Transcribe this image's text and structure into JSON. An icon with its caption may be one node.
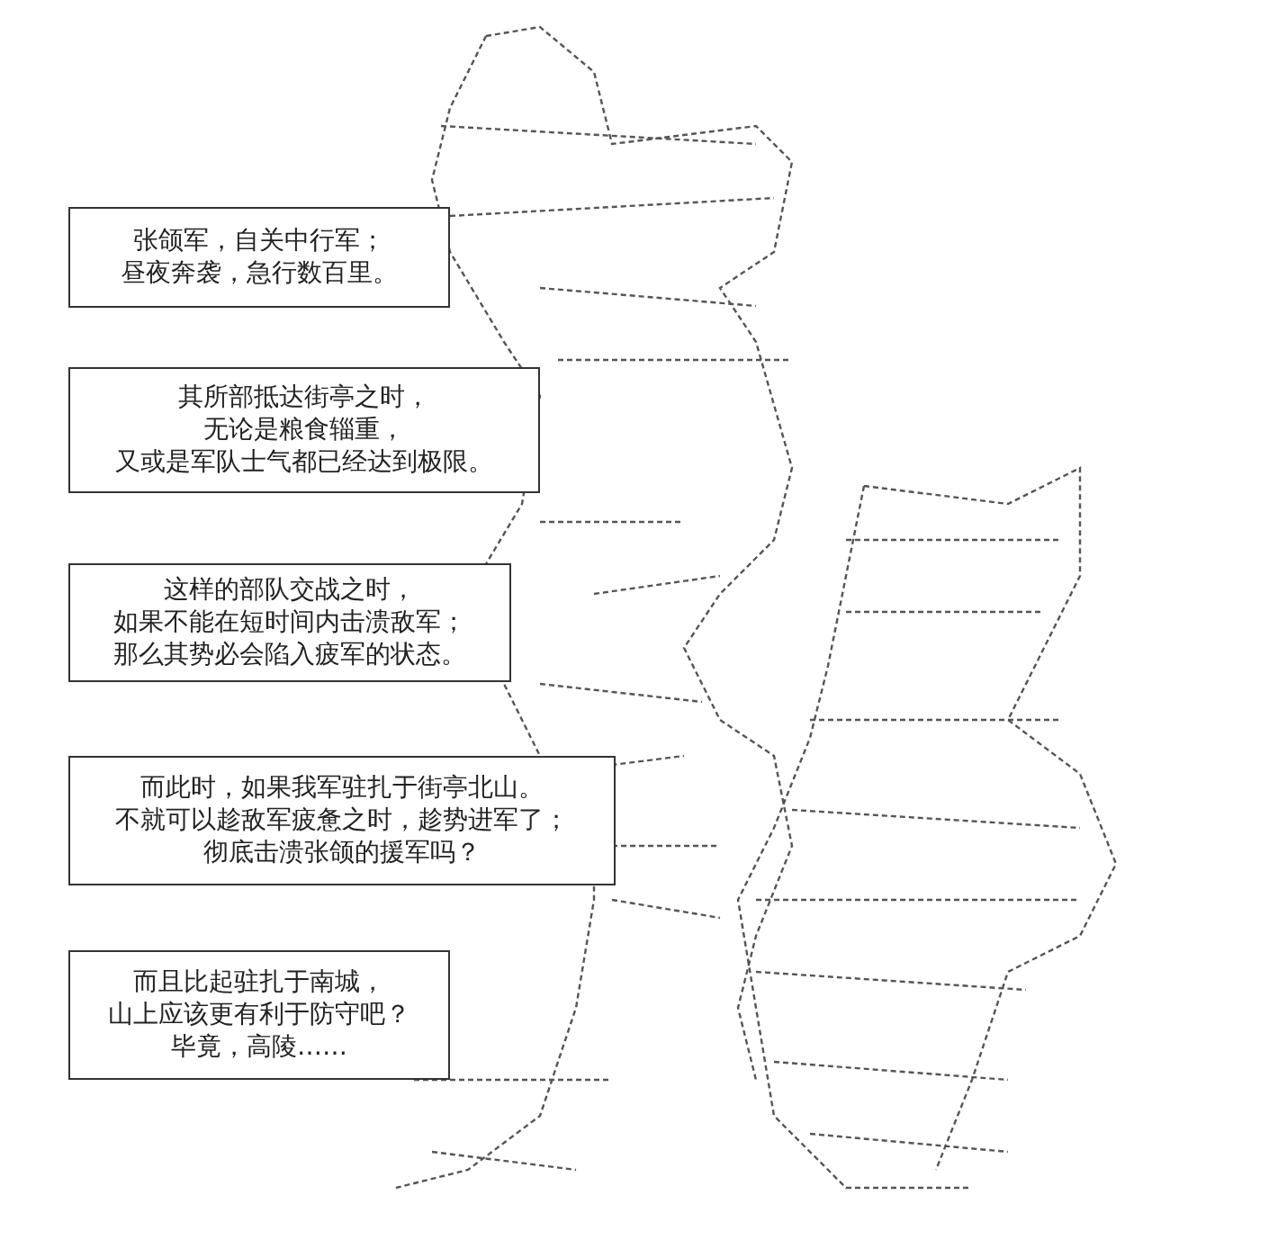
{
  "diagram": {
    "nodes": [
      {
        "text": [
          "张颌军，自关中行军；",
          "昼夜奔袭，急行数百里。"
        ]
      },
      {
        "text": [
          "其所部抵达街亭之时，",
          "无论是粮食辎重，",
          "又或是军队士气都已经达到极限。"
        ]
      },
      {
        "text": [
          "这样的部队交战之时，",
          "如果不能在短时间内击溃敌军；",
          "那么其势必会陷入疲军的状态。"
        ]
      },
      {
        "text": [
          "而此时，如果我军驻扎于街亭北山。",
          "不就可以趁敌军疲惫之时，趁势进军了；",
          "彻底击溃张颌的援军吗？"
        ]
      },
      {
        "text": [
          "而且比起驻扎于南城，",
          "山上应该更有利于防守吧？",
          "毕竟，高陵……"
        ]
      }
    ],
    "edges": []
  }
}
